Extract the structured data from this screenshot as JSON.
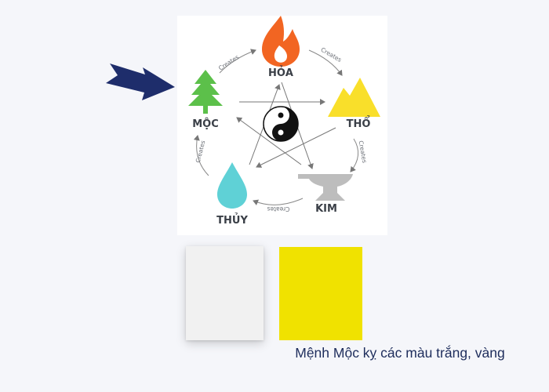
{
  "diagram": {
    "elements": [
      {
        "id": "hoa",
        "label": "HỎA",
        "color": "#f26522",
        "icon": "fire-icon"
      },
      {
        "id": "tho",
        "label": "THỔ",
        "color": "#f9df2a",
        "icon": "mountain-icon"
      },
      {
        "id": "kim",
        "label": "KIM",
        "color": "#bdbdbd",
        "icon": "anvil-icon"
      },
      {
        "id": "thuy",
        "label": "THỦY",
        "color": "#5fd1d6",
        "icon": "water-drop-icon"
      },
      {
        "id": "moc",
        "label": "MỘC",
        "color": "#5cc04a",
        "icon": "tree-icon"
      }
    ],
    "cycle_label": "Creates",
    "center_icon": "yin-yang-icon",
    "pointer": {
      "icon": "arrow-right-icon",
      "color": "#1e2d6b",
      "target": "moc"
    }
  },
  "swatches": [
    {
      "name": "white",
      "color": "#f1f1f1"
    },
    {
      "name": "yellow",
      "color": "#f0e200"
    }
  ],
  "caption": "Mệnh Mộc kỵ các màu trắng, vàng"
}
